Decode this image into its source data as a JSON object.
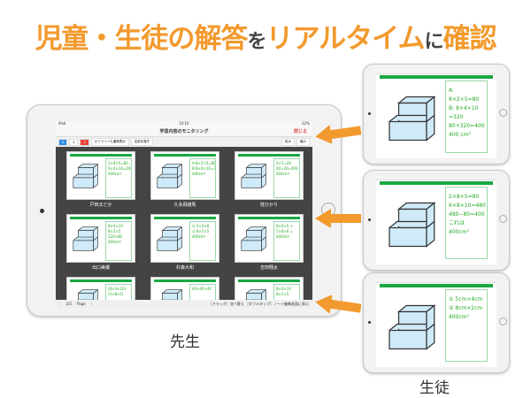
{
  "title": {
    "part1": "児童・生徒の解答",
    "part2": "を",
    "part3": "リアルタイム",
    "part4": "に",
    "part5": "確認"
  },
  "teacher": {
    "status_left": "iPad",
    "status_time": "10:10",
    "status_battery": "22%",
    "nav_title": "学習内容のモニタリング",
    "close": "閉じる",
    "toolbar": {
      "btn1": "0",
      "btn2": "3",
      "btn3": "0",
      "offline": "オフラインも通常表示",
      "hide_names": "名前を隠す",
      "zoom_in": "拡大",
      "zoom_out": "縮小"
    },
    "students": [
      {
        "name": "戸田まどか",
        "answer": "2×8×5=80 6×4×10=240 400cm³"
      },
      {
        "name": "久永飛雄馬",
        "answer": "A:8×2×5=80 B:8×4×10=320 400cm³"
      },
      {
        "name": "桂ひかり",
        "answer": "4×5=20 20×20=400 400cm³"
      },
      {
        "name": "出口美優",
        "answer": "8×4×10 8×2×5 320+80 400cm³"
      },
      {
        "name": "杉森大和",
        "answer": "① 5×4×8 ② 8×2×5 400cm³"
      },
      {
        "name": "吉田翔太",
        "answer": "8×4×5 + 5×8×6 = 400cm³"
      },
      {
        "name": "",
        "answer": "(8×4×10)-(3×8×5)"
      },
      {
        "name": "",
        "answer": "40+40+40"
      },
      {
        "name": "",
        "answer": "8×4×10 8×2×5"
      }
    ],
    "footer": {
      "prev": "‹",
      "page": "2/2",
      "page_label": "Page",
      "next": "›",
      "hint": "［ドラッグ］並べ替え ［ダブルタップ］ノート編集画面に表示"
    },
    "label": "先生"
  },
  "student_tablets": [
    {
      "answer": [
        "A: 8×2×5=80",
        "B: 8×4×10",
        "=320",
        "80+320=400",
        "400 cm³"
      ]
    },
    {
      "answer": [
        "2×8×5=80",
        "6×8×10=480",
        "480−80=400",
        "これは400cm³"
      ]
    },
    {
      "answer": [
        "① 5cm×4cm",
        "② 8cm×2cm",
        "",
        "400cm³"
      ]
    }
  ],
  "student_label": "生徒",
  "colors": {
    "accent": "#f29a2e",
    "green": "#1aa844"
  }
}
